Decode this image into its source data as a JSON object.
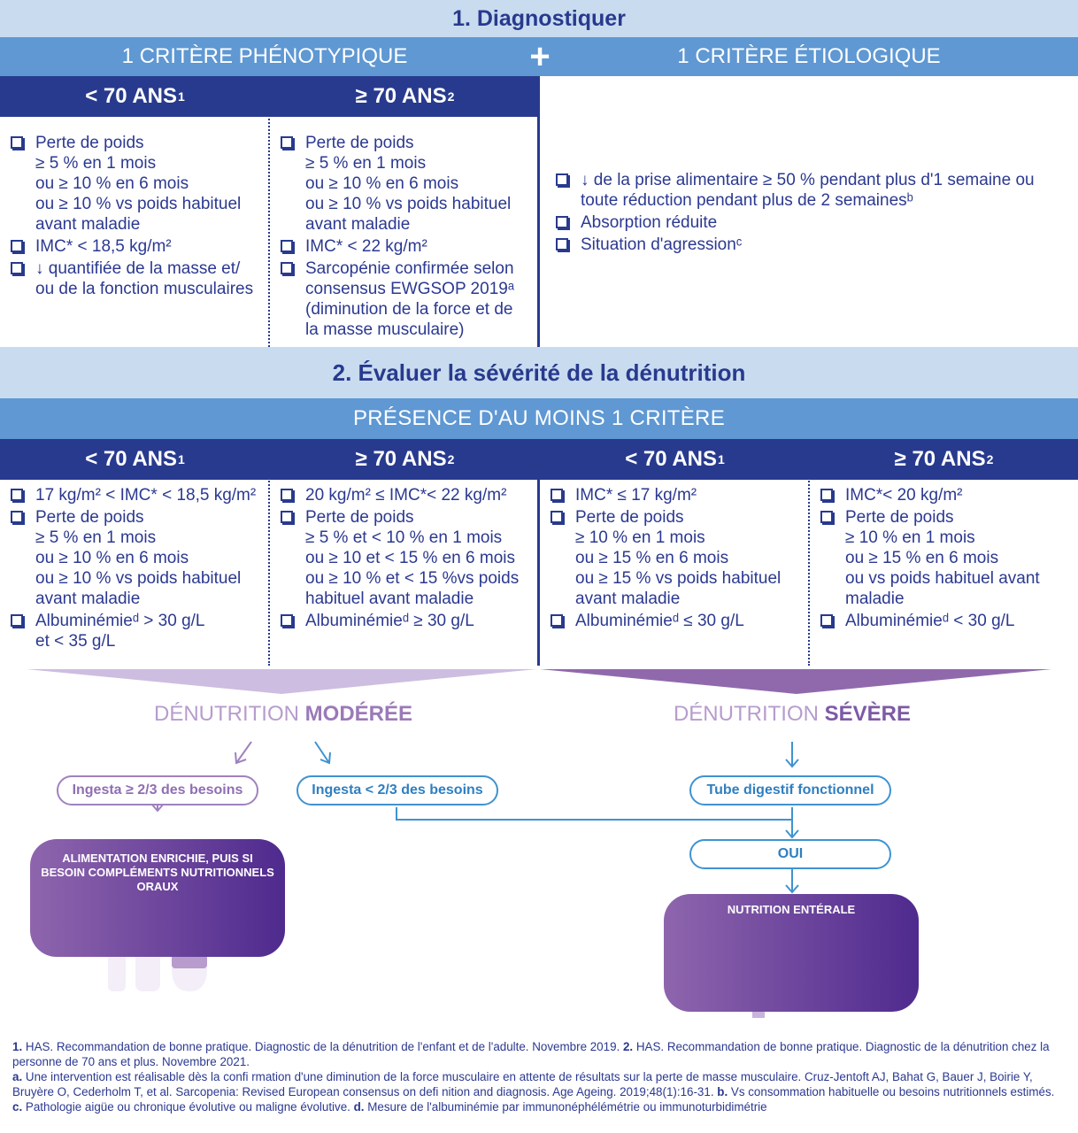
{
  "section1": {
    "title": "1. Diagnostiquer",
    "phenotypic_header": "1 CRITÈRE PHÉNOTYPIQUE",
    "plus": "+",
    "etiologic_header": "1 CRITÈRE ÉTIOLOGIQUE",
    "columns": [
      {
        "age": "< 70 ANS",
        "sup": "1",
        "items": [
          [
            "Perte de poids",
            "≥ 5 % en 1 mois",
            "ou ≥ 10 % en 6 mois",
            "ou ≥ 10 % vs poids habituel",
            "avant maladie"
          ],
          [
            "IMC* < 18,5 kg/m²"
          ],
          [
            "↓ quantifiée de la masse et/",
            "ou de la fonction musculaires"
          ]
        ]
      },
      {
        "age": "≥ 70 ANS",
        "sup": "2",
        "items": [
          [
            "Perte de poids",
            "≥ 5 % en 1 mois",
            "ou ≥ 10 % en 6 mois",
            "ou ≥ 10 % vs poids habituel",
            "avant maladie"
          ],
          [
            "IMC* < 22 kg/m²"
          ],
          [
            "Sarcopénie confirmée selon",
            "consensus EWGSOP 2019ᵃ",
            "(diminution de la force et de",
            "la masse musculaire)"
          ]
        ]
      }
    ],
    "etiologic_items": [
      [
        "↓ de la prise alimentaire ≥ 50 % pendant plus d'1 semaine ou",
        "toute réduction pendant plus de 2 semainesᵇ"
      ],
      [
        "Absorption réduite"
      ],
      [
        "Situation d'agressionᶜ"
      ]
    ]
  },
  "section2": {
    "title": "2. Évaluer la sévérité de la dénutrition",
    "subheader": "PRÉSENCE D'AU MOINS 1 CRITÈRE",
    "columns": [
      {
        "age": "< 70 ANS",
        "sup": "1",
        "items": [
          [
            "17 kg/m² < IMC* < 18,5 kg/m²"
          ],
          [
            "Perte de poids",
            "≥ 5 % en 1 mois",
            "ou ≥ 10 % en 6 mois",
            "ou ≥ 10 % vs poids habituel",
            "avant maladie"
          ],
          [
            "Albuminémieᵈ > 30 g/L",
            "et < 35 g/L"
          ]
        ]
      },
      {
        "age": "≥ 70 ANS",
        "sup": "2",
        "items": [
          [
            "20 kg/m² ≤ IMC*< 22 kg/m²"
          ],
          [
            "Perte de poids",
            "≥ 5 % et < 10 % en 1 mois",
            "ou ≥ 10 et < 15 % en 6 mois",
            "ou ≥ 10 % et < 15 %vs poids",
            "habituel avant maladie"
          ],
          [
            "Albuminémieᵈ ≥ 30 g/L"
          ]
        ]
      },
      {
        "age": "< 70 ANS",
        "sup": "1",
        "items": [
          [
            "IMC* ≤ 17 kg/m²"
          ],
          [
            "Perte de poids",
            "≥ 10 % en 1 mois",
            "ou ≥ 15 % en 6 mois",
            "ou ≥ 15 % vs poids habituel",
            "avant maladie"
          ],
          [
            "Albuminémieᵈ ≤ 30 g/L"
          ]
        ]
      },
      {
        "age": "≥ 70 ANS",
        "sup": "2",
        "items": [
          [
            "IMC*< 20 kg/m²"
          ],
          [
            "Perte de poids",
            "≥ 10 % en 1 mois",
            "ou ≥ 15 % en 6 mois",
            "ou vs poids habituel avant",
            "maladie"
          ],
          [
            "Albuminémieᵈ < 30 g/L"
          ]
        ]
      }
    ],
    "moderate": {
      "prefix": "DÉNUTRITION ",
      "emph": "MODÉRÉE"
    },
    "severe": {
      "prefix": "DÉNUTRITION ",
      "emph": "SÉVÈRE"
    },
    "flow": {
      "ingesta_high": "Ingesta ≥ 2/3 des besoins",
      "ingesta_low": "Ingesta < 2/3 des besoins",
      "tube": "Tube digestif fonctionnel",
      "oui": "OUI",
      "card_oral": "ALIMENTATION ENRICHIE, PUIS SI BESOIN COMPLÉMENTS NUTRITIONNELS ORAUX",
      "card_enteral": "NUTRITION ENTÉRALE"
    }
  },
  "footnotes": [
    {
      "mark": "1.",
      "text": " HAS. Recommandation de bonne pratique. Diagnostic de la dénutrition de l'enfant et de l'adulte. Novembre 2019. "
    },
    {
      "mark": "2.",
      "text": " HAS. Recommandation de bonne pratique. Diagnostic de la dénutrition chez la personne de 70 ans et plus. Novembre 2021.",
      "br": true
    },
    {
      "mark": "a.",
      "text": " Une intervention est réalisable dès la confi rmation d'une diminution de la force musculaire en attente de résultats sur la perte de masse musculaire. Cruz-Jentoft AJ, Bahat G, Bauer J, Boirie Y, Bruyère O, Cederholm T, et al. Sarcopenia: Revised European consensus on defi nition and diagnosis. Age Ageing. 2019;48(1):16-31. "
    },
    {
      "mark": "b.",
      "text": " Vs consommation habituelle ou besoins nutritionnels estimés. "
    },
    {
      "mark": "c.",
      "text": " Pathologie aigüe ou chronique évolutive ou maligne évolutive. "
    },
    {
      "mark": "d.",
      "text": " Mesure de l'albuminémie par immunonéphélémétrie ou immunoturbidimétrie"
    }
  ],
  "colors": {
    "light": "#c9dcef",
    "mid": "#5f98d3",
    "dark": "#283a8e",
    "purple": "#8e65ad",
    "blue": "#3f93d0"
  }
}
